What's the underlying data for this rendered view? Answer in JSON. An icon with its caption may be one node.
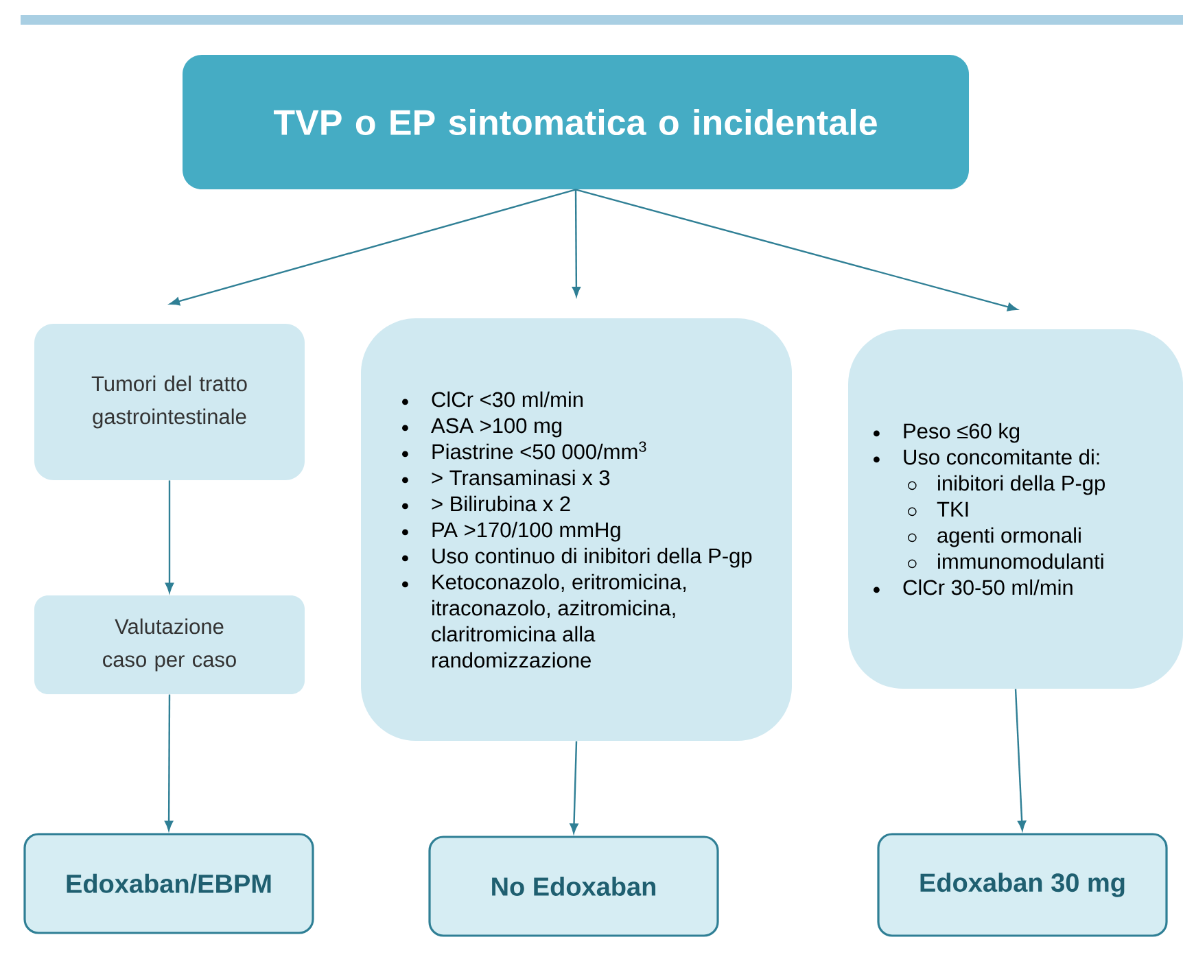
{
  "diagram": {
    "nodes": [
      {
        "text": [
          "TVP  o EP sintomatica o incidentale"
        ]
      },
      {
        "text": [
          "Tumori del tratto gastrointestinale"
        ]
      },
      {
        "text": [
          "ClCr <30 ml/min",
          "ASA >100 mg",
          "Piastrine <50 000/mm$^{3}$",
          "> Transaminasi x 3",
          "> Bilirubina x 2",
          "PA >170/100 mmHg",
          "Uso continuo di inibitori della P-gp",
          "Ketoconazolo, eritromicina, itraconazolo, azitromicina, claritromicina alla randomizzazione"
        ]
      },
      {
        "text": [
          "Peso ≤60 kg",
          "Uso concomitante di:",
          "inibitori della P-gp",
          "TKI",
          "agenti ormonali",
          "immunomodulanti",
          "ClCr 30-50 ml/min"
        ]
      },
      {
        "text": [
          "Valutazione caso per caso"
        ]
      },
      {
        "text": [
          "Edoxaban/EBPM"
        ]
      },
      {
        "text": [
          "No Edoxaban"
        ]
      },
      {
        "text": [
          "Edoxaban 30 mg"
        ]
      }
    ],
    "edges": [
      {
        "from": 0,
        "to": 1,
        "arrow": "to"
      },
      {
        "from": 0,
        "to": 2,
        "arrow": "to"
      },
      {
        "from": 0,
        "to": 3,
        "arrow": "to"
      },
      {
        "from": 1,
        "to": 4,
        "arrow": "to"
      },
      {
        "from": 4,
        "to": 5,
        "arrow": "to"
      },
      {
        "from": 2,
        "to": 6,
        "arrow": "to"
      },
      {
        "from": 3,
        "to": 7,
        "arrow": "to"
      }
    ]
  }
}
